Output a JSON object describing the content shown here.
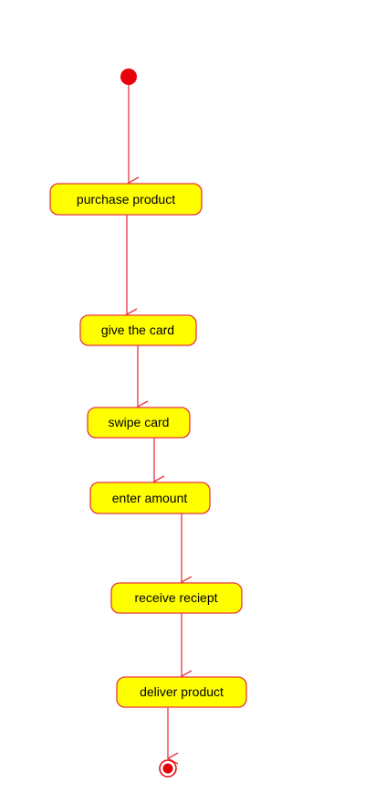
{
  "colors": {
    "line": "#e8383d",
    "node_fill": "#ffff00",
    "node_stroke": "#e8383d",
    "start_fill": "#e8000b",
    "end_fill": "#e8000b",
    "text": "#000000"
  },
  "diagram": {
    "type": "uml-activity",
    "start": "initial-node",
    "end": "final-node",
    "activities": [
      {
        "id": "purchase",
        "label": "purchase product"
      },
      {
        "id": "give",
        "label": "give the card"
      },
      {
        "id": "swipe",
        "label": "swipe card"
      },
      {
        "id": "enter",
        "label": "enter amount"
      },
      {
        "id": "receive",
        "label": "receive reciept"
      },
      {
        "id": "deliver",
        "label": "deliver product"
      }
    ],
    "flows": [
      [
        "initial-node",
        "purchase"
      ],
      [
        "purchase",
        "give"
      ],
      [
        "give",
        "swipe"
      ],
      [
        "swipe",
        "enter"
      ],
      [
        "enter",
        "receive"
      ],
      [
        "receive",
        "deliver"
      ],
      [
        "deliver",
        "final-node"
      ]
    ]
  }
}
